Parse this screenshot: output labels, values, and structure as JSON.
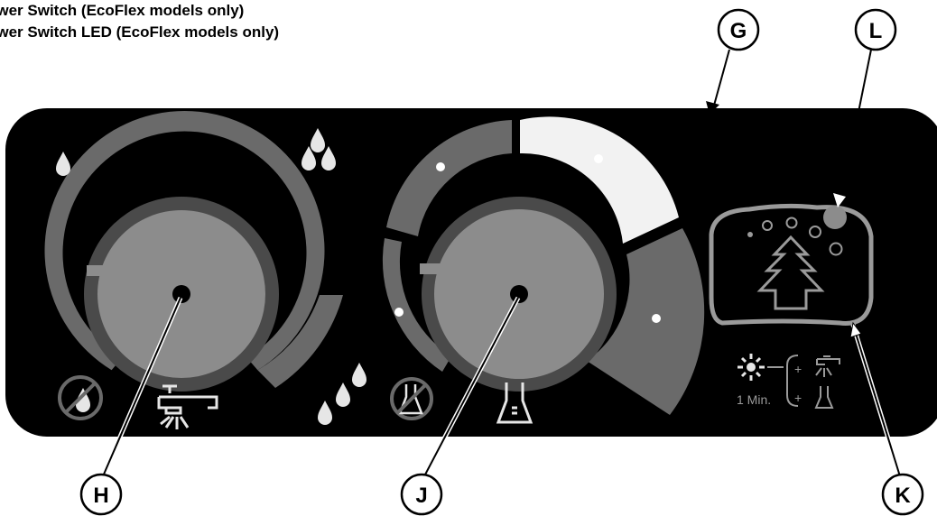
{
  "legend": {
    "line_1": "ower Switch (EcoFlex models only)",
    "line_2": "ower Switch LED (EcoFlex models only)"
  },
  "callouts": {
    "G": "G",
    "L": "L",
    "H": "H",
    "J": "J",
    "K": "K"
  },
  "panel": {
    "timer_text": "1 Min.",
    "plus_1": "+",
    "plus_2": "+"
  },
  "colors": {
    "panel": "#000000",
    "dial_ring": "#6a6a6a",
    "knob": "#8c8c8c",
    "knob_rim": "#4a4a4a",
    "segment_light": "#f2f2f2",
    "outline": "#9a9a9a"
  },
  "icons": {
    "water_drop": "water-drop-icon",
    "no_water": "no-water-icon",
    "faucet": "faucet-icon",
    "beaker": "beaker-icon",
    "no_beaker": "no-beaker-icon",
    "tree": "eco-tree-icon",
    "sun": "sun-icon"
  }
}
